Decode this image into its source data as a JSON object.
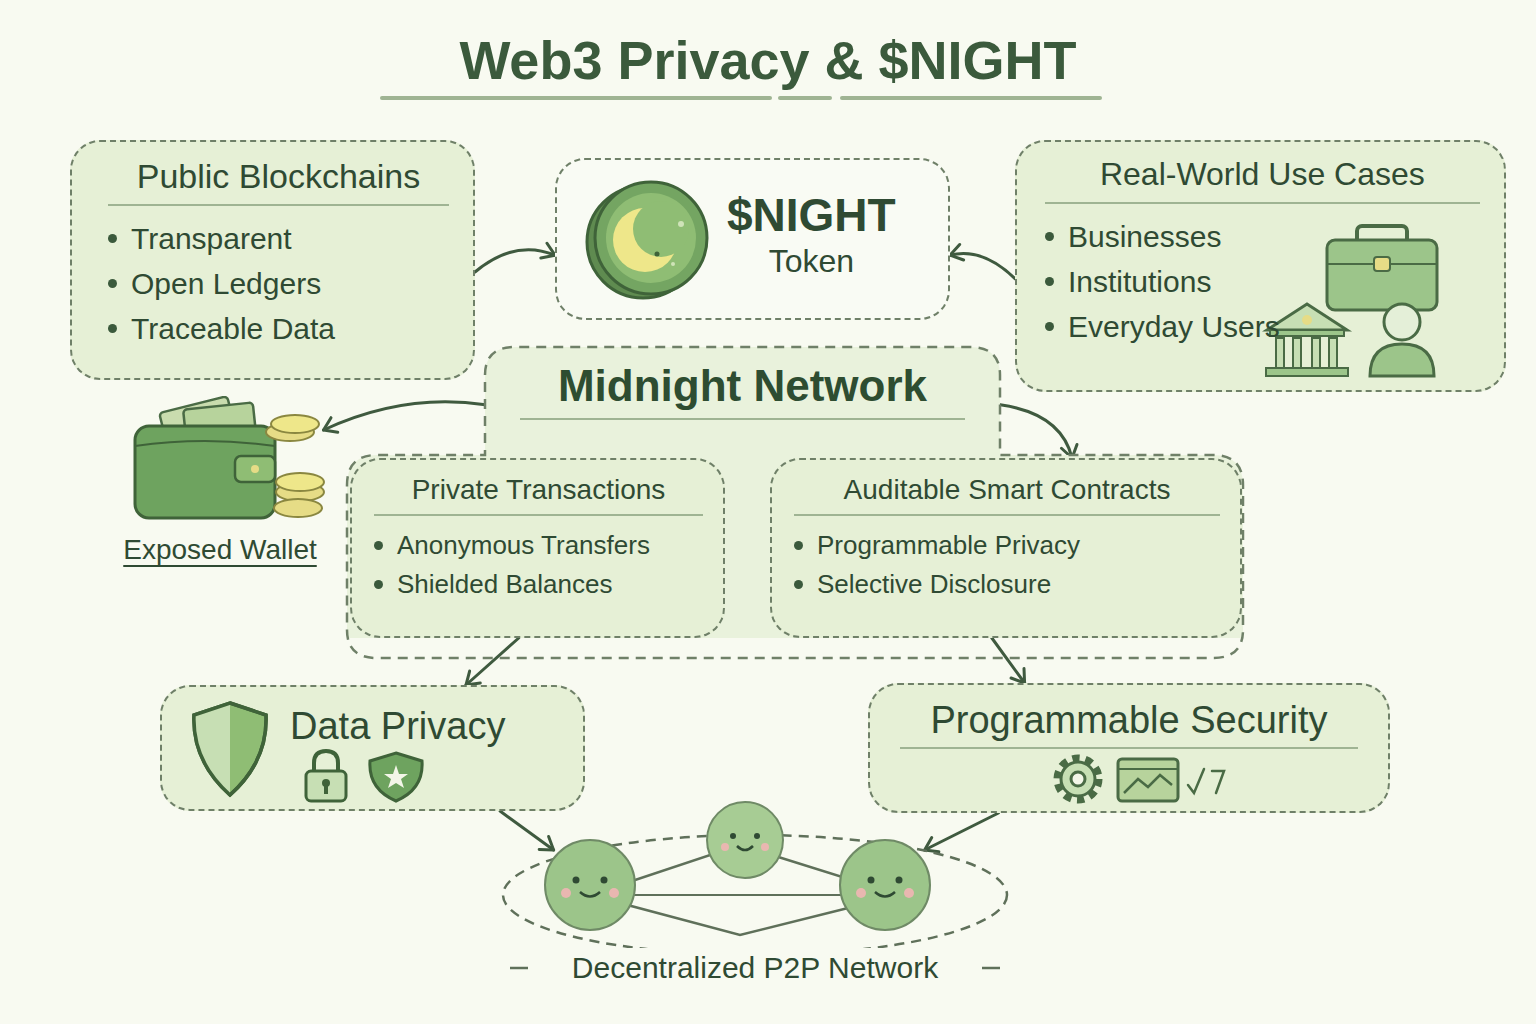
{
  "diagram": {
    "title": "Web3 Privacy & $NIGHT",
    "nodes": [
      {
        "text": [
          "Public Blockchains",
          "Transparent",
          "Open Ledgers",
          "Traceable Data"
        ]
      },
      {
        "text": [
          "$NIGHT",
          "Token"
        ]
      },
      {
        "text": [
          "Real-World Use Cases",
          "Businesses",
          "Institutions",
          "Everyday Users"
        ]
      },
      {
        "text": [
          "Midnight Network"
        ]
      },
      {
        "text": [
          "Private Transactions",
          "Anonymous Transfers",
          "Shielded Balances"
        ],
        "in": 3
      },
      {
        "text": [
          "Auditable Smart Contracts",
          "Programmable Privacy",
          "Selective Disclosure"
        ],
        "in": 3
      },
      {
        "text": [
          "Exposed Wallet"
        ]
      },
      {
        "text": [
          "Data Privacy"
        ]
      },
      {
        "text": [
          "Programmable Security"
        ]
      },
      {
        "text": [
          "Decentralized P2P Network"
        ]
      }
    ],
    "edges": [
      {
        "from": 0,
        "to": 1,
        "arrow": "to"
      },
      {
        "from": 2,
        "to": 1,
        "arrow": "to"
      },
      {
        "from": 3,
        "to": 6,
        "arrow": "to"
      },
      {
        "from": 3,
        "to": 5,
        "arrow": "to"
      },
      {
        "from": 4,
        "to": 7,
        "arrow": "to"
      },
      {
        "from": 5,
        "to": 8,
        "arrow": "to"
      },
      {
        "from": 7,
        "to": 9,
        "arrow": "to"
      },
      {
        "from": 8,
        "to": 9,
        "arrow": "to"
      }
    ]
  }
}
